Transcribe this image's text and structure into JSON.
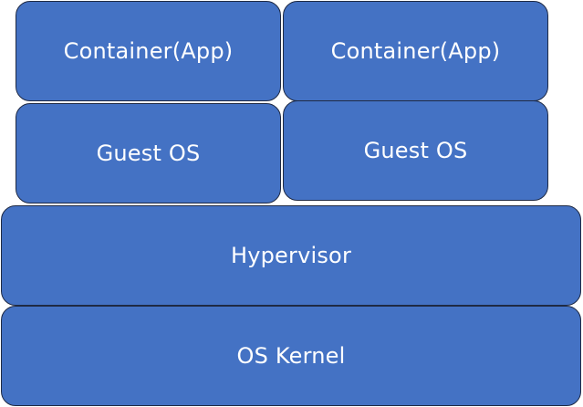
{
  "diagram": {
    "layers": {
      "container_left": "Container(App)",
      "container_right": "Container(App)",
      "guest_os_left": "Guest OS",
      "guest_os_right": "Guest OS",
      "hypervisor": "Hypervisor",
      "os_kernel": "OS Kernel"
    },
    "colors": {
      "block_fill": "#4472c4",
      "block_border": "#1f2a44",
      "text": "#ffffff"
    }
  }
}
